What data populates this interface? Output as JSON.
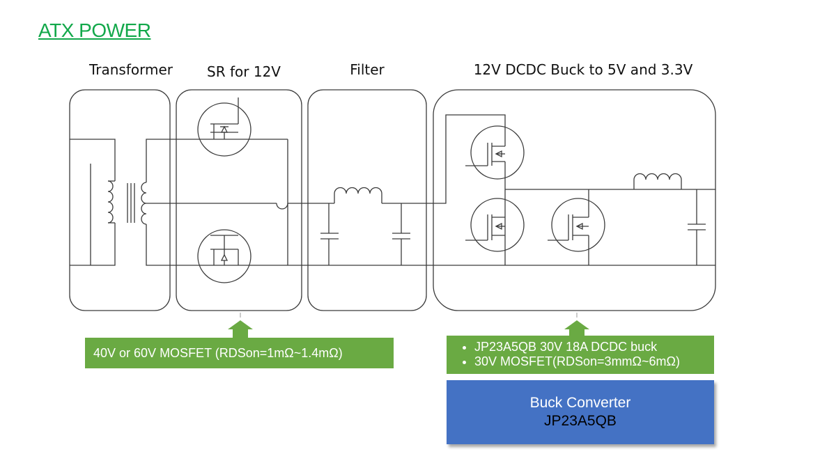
{
  "title": "ATX POWER",
  "sections": {
    "transformer": "Transformer",
    "sr": "SR for 12V",
    "filter": "Filter",
    "buck": "12V DCDC Buck to 5V and 3.3V"
  },
  "callouts": {
    "sr_mosfet": "40V or 60V MOSFET (RDSon=1mΩ~1.4mΩ)",
    "buck_items": [
      "JP23A5QB 30V 18A DCDC buck",
      "30V MOSFET(RDSon=3mmΩ~6mΩ)"
    ]
  },
  "buck_box": {
    "line1": "Buck Converter",
    "line2": "JP23A5QB"
  },
  "colors": {
    "title": "#12a84a",
    "callout": "#6aaa43",
    "buck_box": "#4472c4"
  }
}
